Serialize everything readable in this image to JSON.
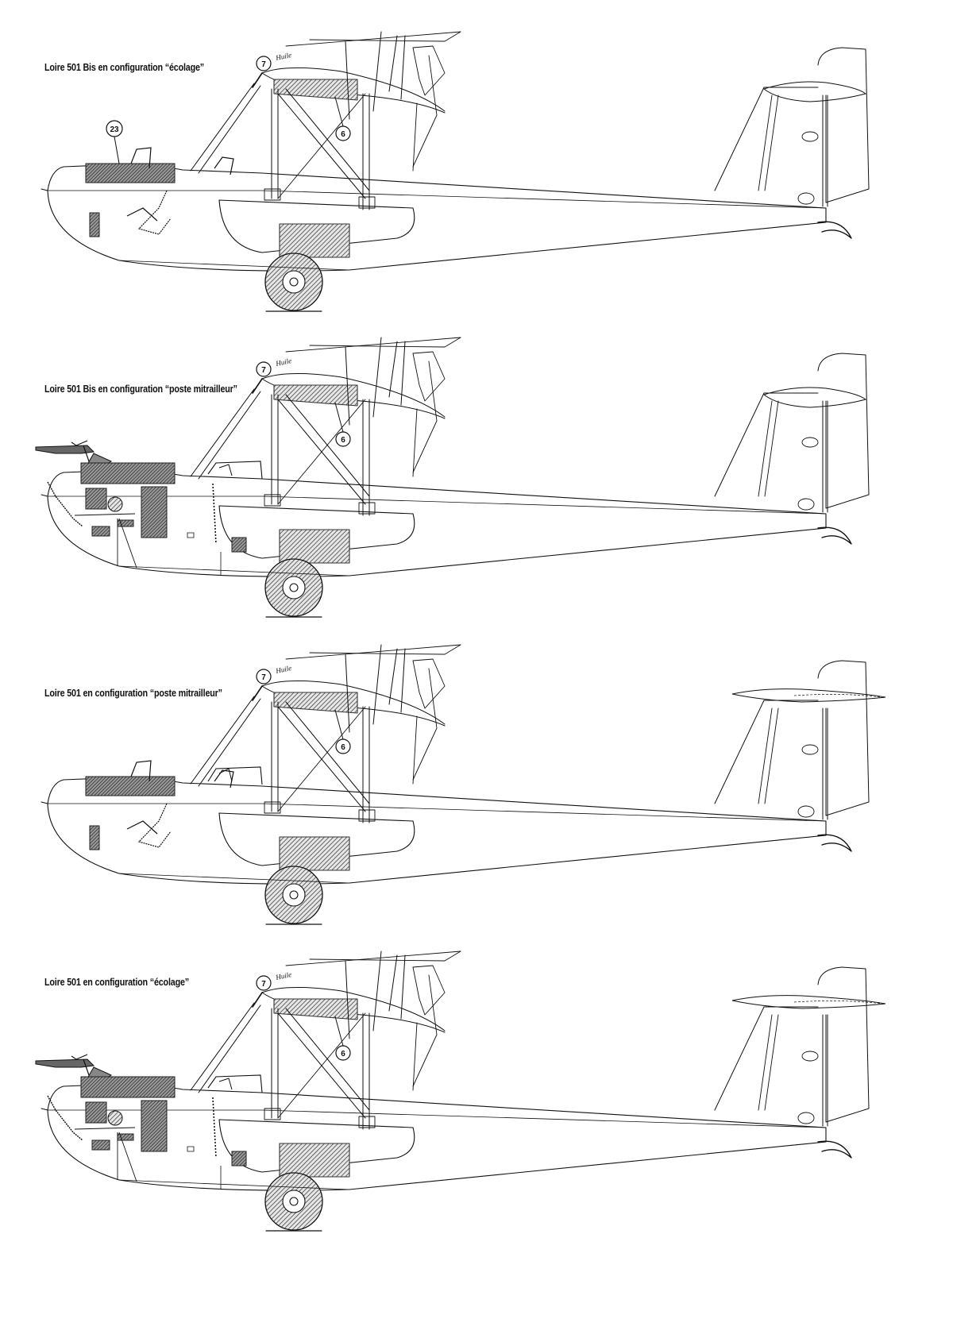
{
  "panels": [
    {
      "caption": "Loire 501 Bis en configuration “écolage”",
      "callouts": {
        "a": "7",
        "b": "6",
        "c": "23"
      },
      "oil": "Huile",
      "variant": "bis-ecolage"
    },
    {
      "caption": "Loire 501 Bis en configuration “poste mitrailleur”",
      "callouts": {
        "a": "7",
        "b": "6"
      },
      "oil": "Huile",
      "variant": "bis-mitrailleur"
    },
    {
      "caption": "Loire 501 en configuration “poste mitrailleur”",
      "callouts": {
        "a": "7",
        "b": "6"
      },
      "oil": "Huile",
      "variant": "mitrailleur"
    },
    {
      "caption": "Loire 501 en configuration “écolage”",
      "callouts": {
        "a": "7",
        "b": "6"
      },
      "oil": "Huile",
      "variant": "ecolage"
    }
  ],
  "colors": {
    "ink": "#111111",
    "hatch": "#555555"
  }
}
